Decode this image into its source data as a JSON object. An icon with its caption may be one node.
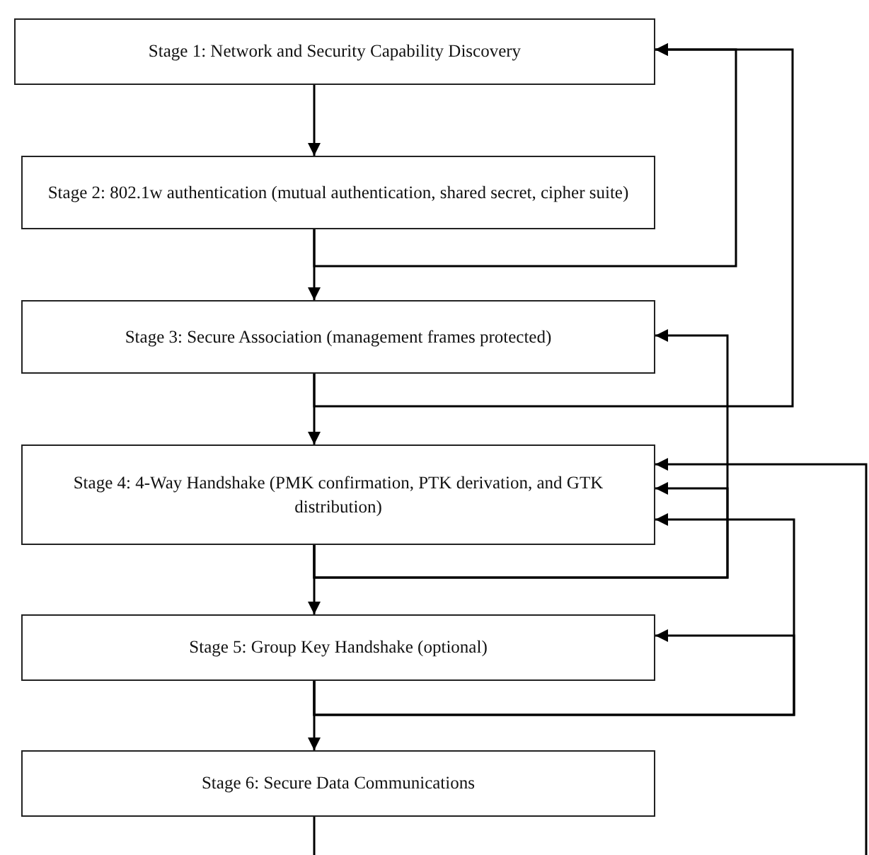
{
  "diagram": {
    "nodes": [
      {
        "text": [
          "Stage 1: Network and Security Capability Discovery"
        ]
      },
      {
        "text": [
          "Stage 2: 802.1w authentication (mutual authentication, shared secret, cipher suite)"
        ]
      },
      {
        "text": [
          "Stage 3: Secure Association (management frames protected)"
        ]
      },
      {
        "text": [
          "Stage 4: 4-Way Handshake (PMK confirmation, PTK derivation, and GTK distribution)"
        ]
      },
      {
        "text": [
          "Stage 5: Group Key Handshake (optional)"
        ]
      },
      {
        "text": [
          "Stage 6: Secure Data Communications"
        ]
      }
    ],
    "edges": [
      {
        "from": 0,
        "to": 1,
        "arrow": "to"
      },
      {
        "from": 1,
        "to": 2,
        "arrow": "to"
      },
      {
        "from": 1,
        "to": 0,
        "arrow": "to"
      },
      {
        "from": 2,
        "to": 3,
        "arrow": "to"
      },
      {
        "from": 2,
        "to": 0,
        "arrow": "to"
      },
      {
        "from": 3,
        "to": 4,
        "arrow": "to"
      },
      {
        "from": 3,
        "to": 2,
        "arrow": "to"
      },
      {
        "from": 3,
        "to": 3,
        "arrow": "to"
      },
      {
        "from": 4,
        "to": 5,
        "arrow": "to"
      },
      {
        "from": 4,
        "to": 3,
        "arrow": "to"
      },
      {
        "from": 4,
        "to": 4,
        "arrow": "to"
      },
      {
        "from": 5,
        "to": null,
        "arrow": "none"
      },
      {
        "from": null,
        "to": 3,
        "arrow": "to"
      }
    ]
  }
}
